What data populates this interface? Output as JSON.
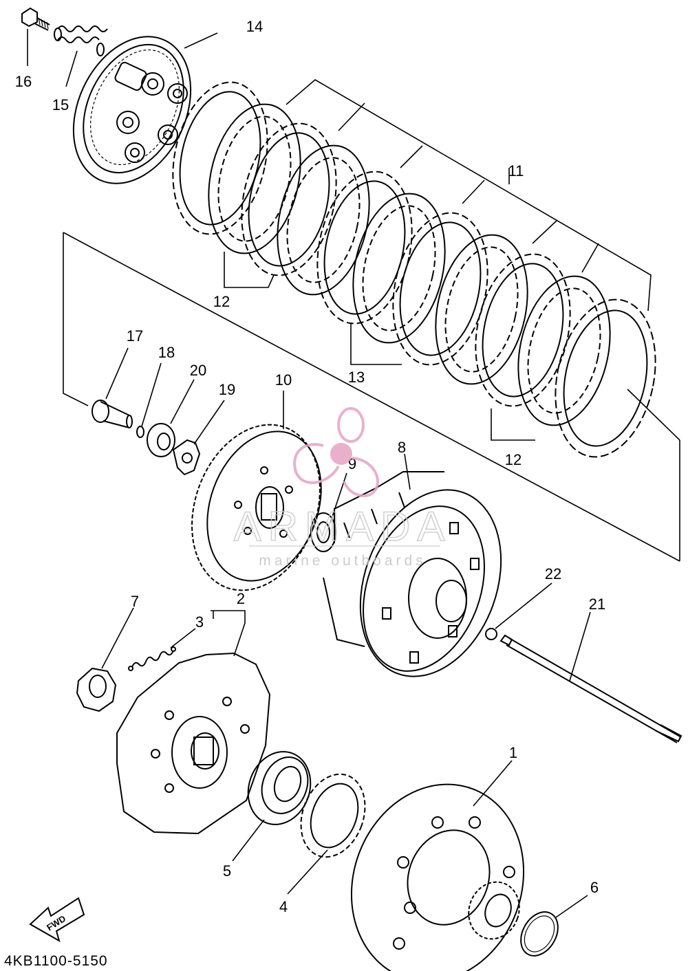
{
  "diagram": {
    "part_numbers": [
      "1",
      "2",
      "3",
      "4",
      "5",
      "6",
      "7",
      "8",
      "9",
      "10",
      "11",
      "12",
      "12",
      "12",
      "13",
      "14",
      "15",
      "16",
      "17",
      "18",
      "19",
      "20",
      "21",
      "22"
    ],
    "fwd_label": "FWD",
    "catalog_code": "4KB1100-5150"
  },
  "watermark": {
    "brand": "ARMADA",
    "tagline": "marine outboards",
    "logo_color": "#e6a3c4"
  }
}
